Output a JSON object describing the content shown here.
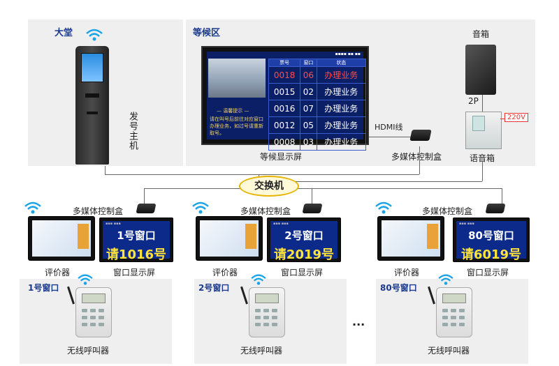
{
  "labels": {
    "lobby": "大堂",
    "issuer": "发号主机",
    "waiting_area": "等候区",
    "waiting_screen": "等候显示屏",
    "speaker": "音箱",
    "twop": "2P",
    "v220": "220V",
    "hdmi": "HDMI线",
    "media_box": "多媒体控制盒",
    "voice_box": "语音箱",
    "switch": "交换机",
    "evaluator": "评价器",
    "window_screen": "窗口显示屏",
    "wireless_caller": "无线呼叫器",
    "ellipsis": "..."
  },
  "queue_table": {
    "headers": [
      "票号",
      "窗口",
      "状态"
    ],
    "rows": [
      [
        "0018",
        "06",
        "办理业务"
      ],
      [
        "0015",
        "02",
        "办理业务"
      ],
      [
        "0016",
        "07",
        "办理业务"
      ],
      [
        "0012",
        "05",
        "办理业务"
      ],
      [
        "0008",
        "03",
        "办理业务"
      ]
    ]
  },
  "notice": {
    "title": "— 温馨提示 —",
    "body": "请在叫号后前往对应窗口办理业务，如过号请重新取号。"
  },
  "windows": [
    {
      "label": "1号窗口",
      "line1": "1号窗口",
      "line2": "请1016号"
    },
    {
      "label": "2号窗口",
      "line1": "2号窗口",
      "line2": "请2019号"
    },
    {
      "label": "80号窗口",
      "line1": "80号窗口",
      "line2": "请6019号"
    }
  ]
}
